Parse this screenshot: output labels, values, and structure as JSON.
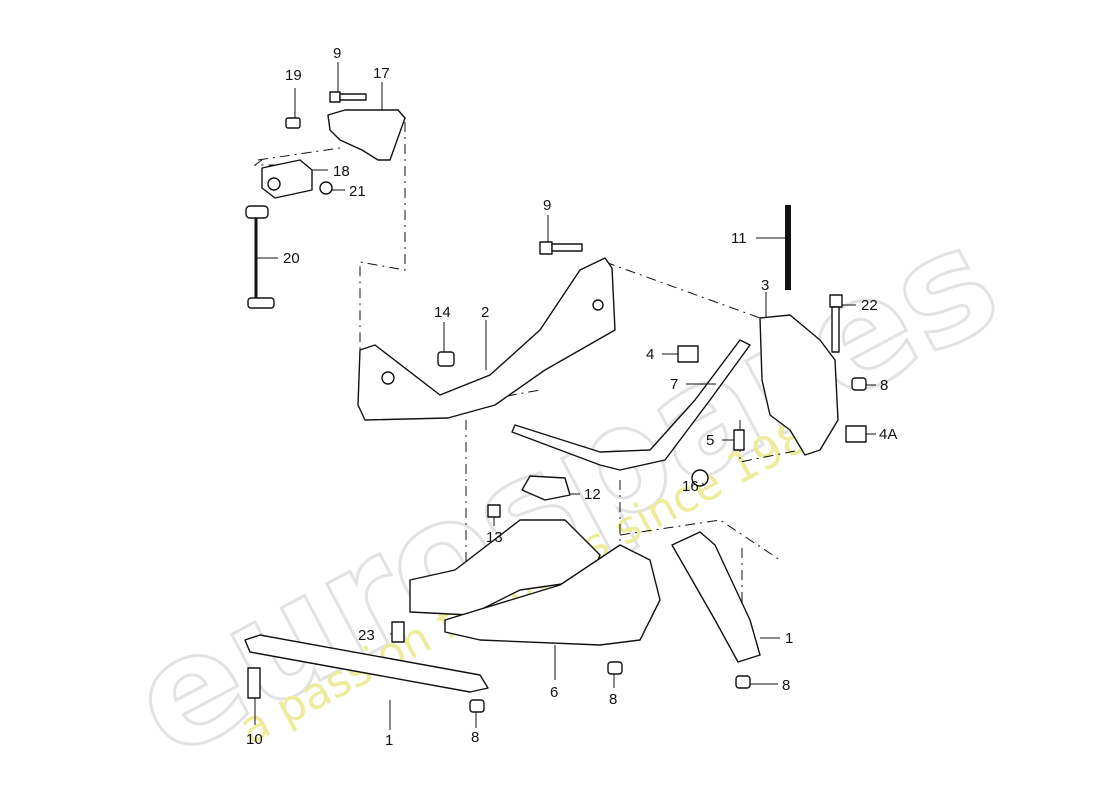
{
  "watermark": {
    "brand": "eurospares",
    "tagline": "a passion for parts since 1985"
  },
  "callouts": [
    {
      "id": "c1a",
      "label": "1"
    },
    {
      "id": "c1b",
      "label": "1"
    },
    {
      "id": "c2",
      "label": "2"
    },
    {
      "id": "c3",
      "label": "3"
    },
    {
      "id": "c4",
      "label": "4"
    },
    {
      "id": "c4A",
      "label": "4A"
    },
    {
      "id": "c5",
      "label": "5"
    },
    {
      "id": "c6",
      "label": "6"
    },
    {
      "id": "c7",
      "label": "7"
    },
    {
      "id": "c8a",
      "label": "8"
    },
    {
      "id": "c8b",
      "label": "8"
    },
    {
      "id": "c8c",
      "label": "8"
    },
    {
      "id": "c8d",
      "label": "8"
    },
    {
      "id": "c9a",
      "label": "9"
    },
    {
      "id": "c9b",
      "label": "9"
    },
    {
      "id": "c10",
      "label": "10"
    },
    {
      "id": "c11",
      "label": "11"
    },
    {
      "id": "c12",
      "label": "12"
    },
    {
      "id": "c13",
      "label": "13"
    },
    {
      "id": "c14",
      "label": "14"
    },
    {
      "id": "c16",
      "label": "16"
    },
    {
      "id": "c17",
      "label": "17"
    },
    {
      "id": "c18",
      "label": "18"
    },
    {
      "id": "c19",
      "label": "19"
    },
    {
      "id": "c20",
      "label": "20"
    },
    {
      "id": "c21",
      "label": "21"
    },
    {
      "id": "c22",
      "label": "22"
    },
    {
      "id": "c23",
      "label": "23"
    }
  ]
}
